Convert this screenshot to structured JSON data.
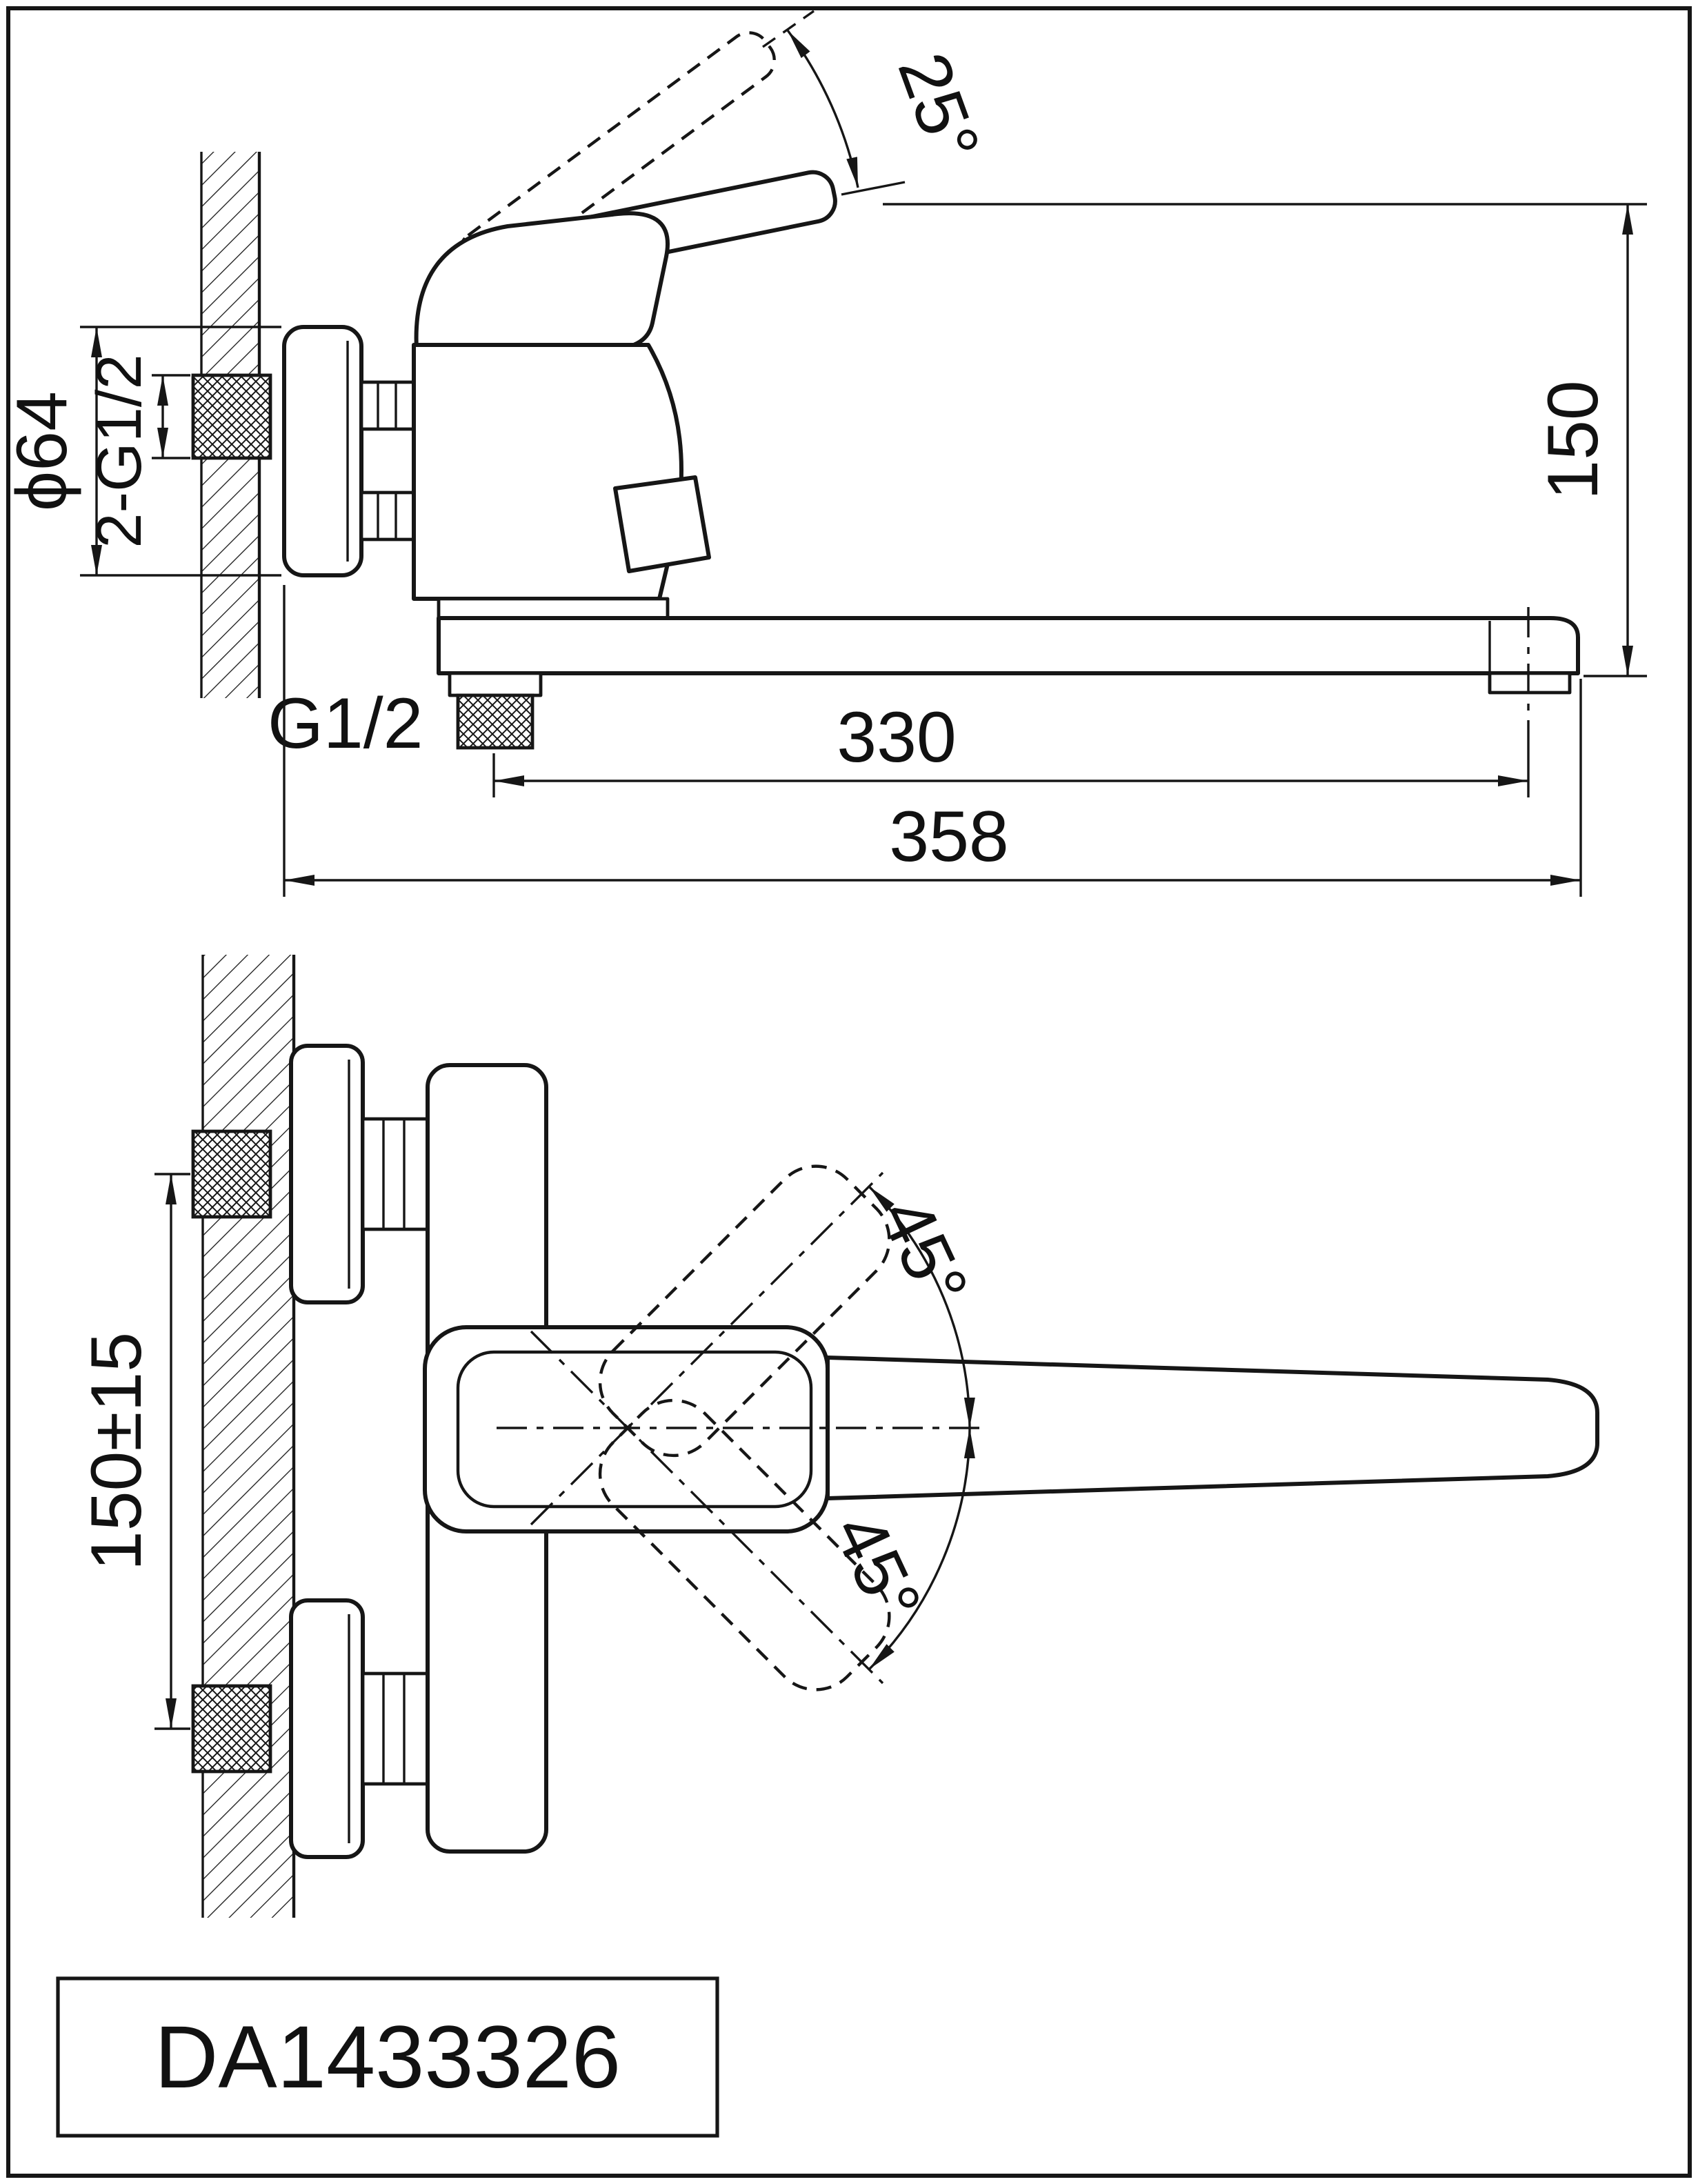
{
  "colors": {
    "line": "#161616",
    "background": "#ffffff"
  },
  "drawing": {
    "model_number": "DA1433326",
    "side_view": {
      "handle_angle": "25°",
      "escutcheon_diameter": "ϕ64",
      "inlet_thread": "2-G1/2",
      "height": "150",
      "outlet_thread": "G1/2",
      "spout_length": "330",
      "total_depth": "358"
    },
    "plan_view": {
      "inlet_spacing": "150±15",
      "handle_swing_up": "45°",
      "handle_swing_down": "45°"
    }
  }
}
